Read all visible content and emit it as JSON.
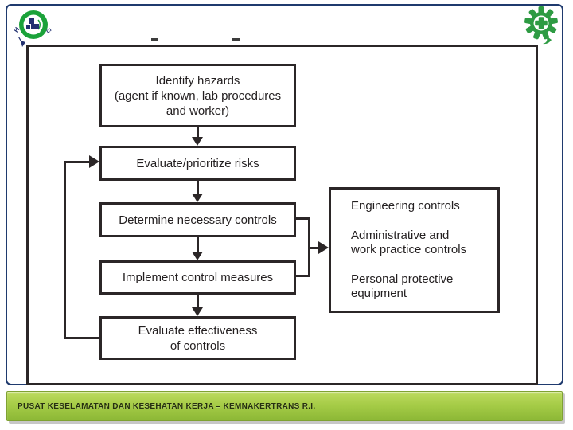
{
  "slide": {
    "footer": {
      "text": "PUSAT KESELAMATAN DAN KESEHATAN KERJA – KEMNAKERTRANS R.I."
    },
    "colors": {
      "frame_navy": "#1f3a6e",
      "box_line": "#2b2627",
      "footer_green_top": "#bedb60",
      "footer_green_bottom": "#8cb836",
      "icon_green": "#2e9b43"
    }
  },
  "flowchart": {
    "steps": [
      {
        "label": "Identify hazards\n(agent if known, lab procedures\nand worker)"
      },
      {
        "label": "Evaluate/prioritize risks"
      },
      {
        "label": "Determine necessary controls"
      },
      {
        "label": "Implement control measures"
      },
      {
        "label": "Evaluate effectiveness\nof controls"
      }
    ],
    "controls_box": {
      "items": [
        "Engineering controls",
        "Administrative and\nwork practice controls",
        "Personal protective\nequipment"
      ]
    }
  }
}
